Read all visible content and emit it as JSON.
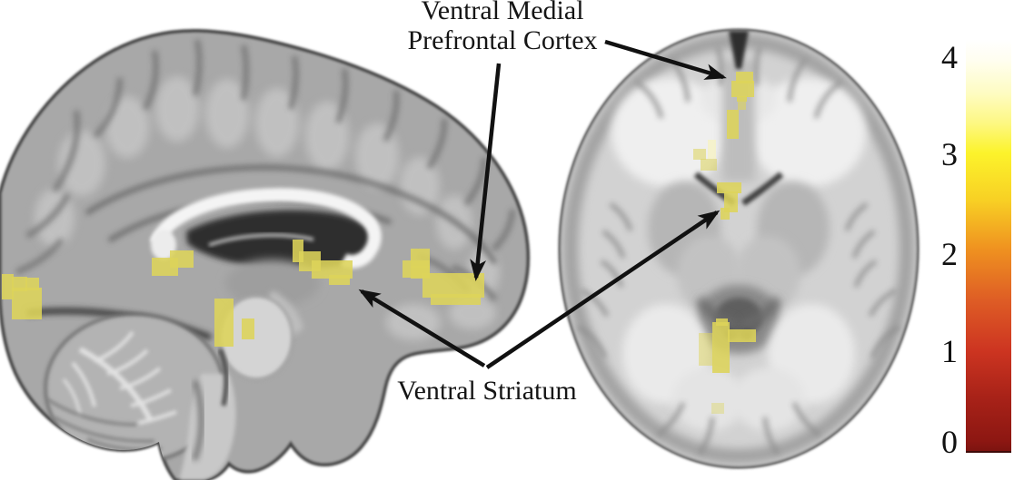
{
  "annotations": {
    "vmpfc_line1": "Ventral Medial",
    "vmpfc_line2": "Prefrontal Cortex",
    "ventral_striatum": "Ventral Striatum"
  },
  "colorbar": {
    "value_min": 0,
    "value_max": 4,
    "ticks": [
      {
        "label": "4"
      },
      {
        "label": "3"
      },
      {
        "label": "2"
      },
      {
        "label": "1"
      },
      {
        "label": "0"
      }
    ],
    "gradient_colors": {
      "top_white": "#ffffff",
      "yellow_at_3": "#fcf32b",
      "orange_at_2": "#ef9120",
      "red_at_1": "#cd3521",
      "dark_red_at_0": "#8d1712"
    }
  },
  "overlay": {
    "activation_color": "#ddd45a",
    "faint_activation_color": "#efe9ad",
    "arrow_color": "#111111"
  }
}
